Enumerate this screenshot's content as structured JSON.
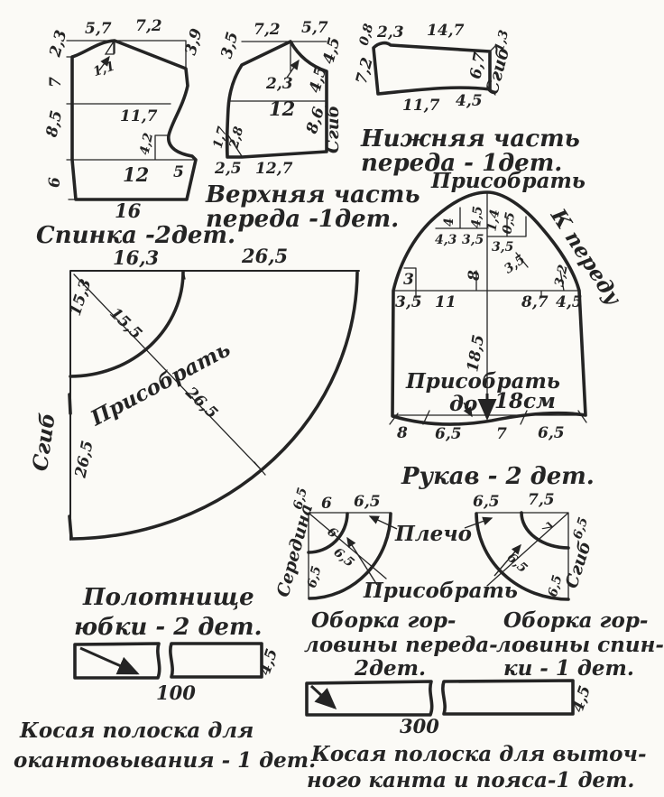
{
  "page": {
    "background": "#fbfaf6",
    "ink": "#242424",
    "language": "ru",
    "kind": "sewing-pattern-sheet"
  },
  "pieces": {
    "back": {
      "title": "Спинка -2дет.",
      "dim_top": [
        "5,7",
        "7,2"
      ],
      "dim_right": "3,9",
      "dim_left": [
        "2,3",
        "7",
        "8,5",
        "6"
      ],
      "dim_inner": [
        "1,1",
        "11,7",
        "4,2",
        "12",
        "5"
      ],
      "dim_bottom": "16"
    },
    "upper_front": {
      "title": [
        "Верхняя часть",
        "переда -1дет."
      ],
      "dim_top": [
        "7,2",
        "5,7"
      ],
      "dim_left": "3,5",
      "dim_right": [
        "4,5",
        "4,5",
        "8,6"
      ],
      "fold": "Сгиб",
      "dim_inner": [
        "2,3",
        "12"
      ],
      "dim_bottom": [
        "1,7",
        "2,8",
        "2,5",
        "12,7"
      ]
    },
    "lower_front": {
      "title": [
        "Нижняя часть",
        "переда - 1дет."
      ],
      "dim_top": [
        "0,8",
        "2,3",
        "14,7"
      ],
      "dim_left": "7,2",
      "dim_right": [
        "6,7",
        "1,3"
      ],
      "fold": "Сгиб",
      "dim_bottom": [
        "11,7",
        "4,5"
      ]
    },
    "sleeve": {
      "title": "Рукав - 2 дет.",
      "gather_label": "Присобрать",
      "to_front_label": "К переду",
      "dim_cap": [
        "4",
        "4,5",
        "1,4",
        "0,5",
        "4,3",
        "3,5",
        "3,5",
        "3,5",
        "3,2",
        "3",
        "8"
      ],
      "dim_widths": [
        "3,5",
        "11",
        "8,7",
        "4,5"
      ],
      "dim_height": "18,5",
      "gather_bottom": [
        "Присобрать",
        "до",
        "18см"
      ],
      "dim_bottom": [
        "8",
        "6,5",
        "7",
        "6,5"
      ]
    },
    "skirt": {
      "title": [
        "Полотнище",
        "юбки - 2 дет."
      ],
      "dim_top": [
        "16,3",
        "26,5"
      ],
      "dim_left": [
        "15,3",
        "26,5"
      ],
      "dim_diag": [
        "15,5",
        "26,5"
      ],
      "fold": "Сгиб",
      "gather_label": "Присобрать"
    },
    "front_frill": {
      "title": [
        "Оборка гор-",
        "ловины переда-",
        "2дет."
      ],
      "center_label": "Середина",
      "dim_left": [
        "6,5",
        "6,5"
      ],
      "dim_top": [
        "6",
        "6,5"
      ],
      "dim_diag": [
        "6",
        "6,5"
      ]
    },
    "back_frill": {
      "title": [
        "Оборка гор-",
        "ловины спин-",
        "ки - 1 дет."
      ],
      "dim_top": [
        "6,5",
        "7,5"
      ],
      "dim_diag": [
        "7",
        "6,5"
      ],
      "dim_inner": "6,5",
      "dim_right": "6,5",
      "fold": "Сгиб"
    },
    "frill_shared": {
      "shoulder_label": "Плечо",
      "gather_label": "Присобрать"
    },
    "binding_strip": {
      "title": [
        "Косая полоска для",
        "окантовывания - 1 дет."
      ],
      "dim_length": "100",
      "dim_width": "4,5"
    },
    "piping_strip": {
      "title": [
        "Косая полоска для выточ-",
        "ного канта и пояса-1 дет."
      ],
      "dim_length": "300",
      "dim_width": "4,5"
    }
  }
}
